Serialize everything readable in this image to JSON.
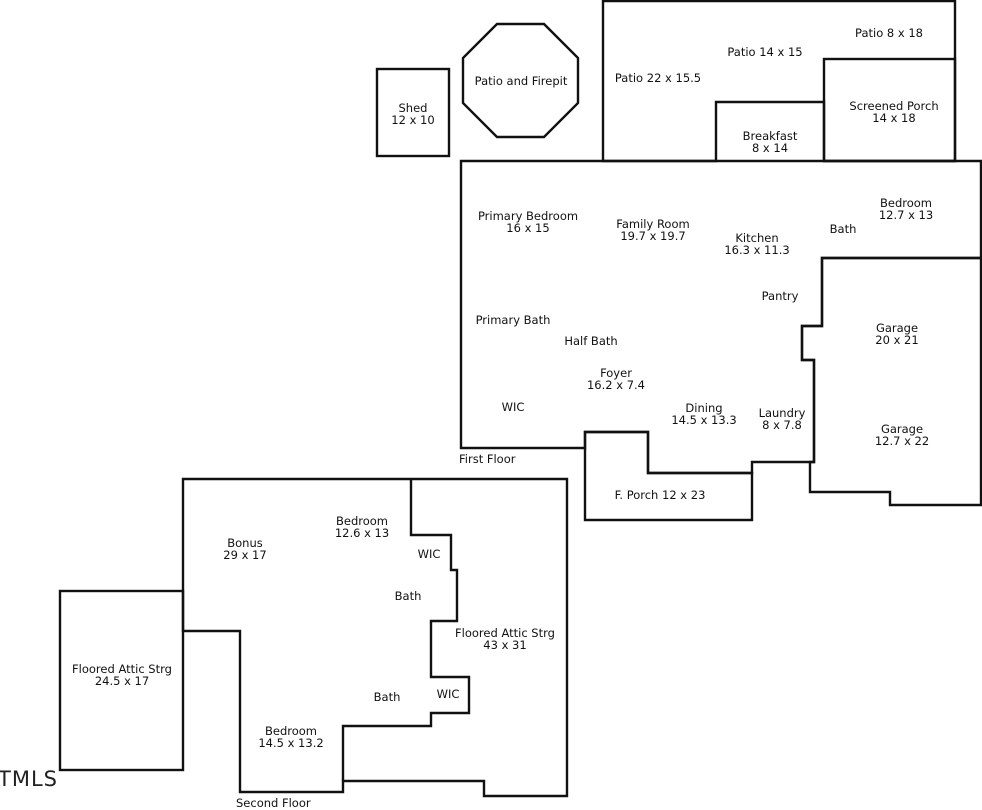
{
  "first_floor": {
    "label": "First Floor",
    "rooms": {
      "shed": {
        "name": "Shed",
        "size": "12 x 10"
      },
      "patio_firepit": {
        "name": "Patio and Firepit"
      },
      "patio_22": {
        "name": "Patio 22 x 15.5"
      },
      "patio_14": {
        "name": "Patio 14 x 15"
      },
      "patio_8": {
        "name": "Patio 8 x 18"
      },
      "screened_porch": {
        "name": "Screened Porch",
        "size": "14 x 18"
      },
      "breakfast": {
        "name": "Breakfast",
        "size": "8 x 14"
      },
      "bedroom": {
        "name": "Bedroom",
        "size": "12.7 x 13"
      },
      "primary_bedroom": {
        "name": "Primary Bedroom",
        "size": "16 x 15"
      },
      "family_room": {
        "name": "Family Room",
        "size": "19.7 x 19.7"
      },
      "kitchen": {
        "name": "Kitchen",
        "size": "16.3 x 11.3"
      },
      "bath": {
        "name": "Bath"
      },
      "pantry": {
        "name": "Pantry"
      },
      "primary_bath": {
        "name": "Primary Bath"
      },
      "half_bath": {
        "name": "Half Bath"
      },
      "garage_1": {
        "name": "Garage",
        "size": "20 x 21"
      },
      "foyer": {
        "name": "Foyer",
        "size": "16.2 x 7.4"
      },
      "wic": {
        "name": "WIC"
      },
      "dining": {
        "name": "Dining",
        "size": "14.5 x 13.3"
      },
      "laundry": {
        "name": "Laundry",
        "size": "8 x 7.8"
      },
      "garage_2": {
        "name": "Garage",
        "size": "12.7 x 22"
      },
      "front_porch": {
        "name": "F. Porch 12 x 23"
      }
    }
  },
  "second_floor": {
    "label": "Second Floor",
    "rooms": {
      "bonus": {
        "name": "Bonus",
        "size": "29 x 17"
      },
      "bedroom_a": {
        "name": "Bedroom",
        "size": "12.6 x 13"
      },
      "wic_a": {
        "name": "WIC"
      },
      "bath_a": {
        "name": "Bath"
      },
      "attic_43": {
        "name": "Floored Attic Strg",
        "size": "43 x 31"
      },
      "attic_24": {
        "name": "Floored Attic Strg",
        "size": "24.5 x 17"
      },
      "bath_b": {
        "name": "Bath"
      },
      "wic_b": {
        "name": "WIC"
      },
      "bedroom_b": {
        "name": "Bedroom",
        "size": "14.5 x 13.2"
      }
    }
  },
  "watermark": "TMLS"
}
